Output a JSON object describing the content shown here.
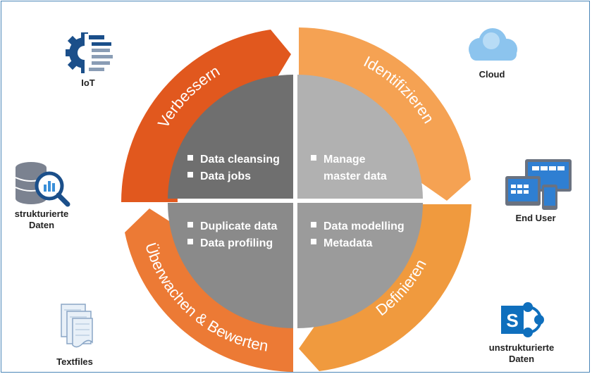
{
  "arcs": {
    "top_left": "Verbessern",
    "top_right": "Identifizieren",
    "bottom_right": "Definieren",
    "bottom_left": "Überwachen & Bewerten"
  },
  "quadrants": {
    "top_left": [
      "Data cleansing",
      "Data jobs"
    ],
    "top_right": [
      "Manage",
      "master data"
    ],
    "bottom_left": [
      "Duplicate data",
      "Data profiling"
    ],
    "bottom_right": [
      "Data modelling",
      "Metadata"
    ]
  },
  "sources": {
    "iot": "IoT",
    "structured": [
      "strukturierte",
      "Daten"
    ],
    "textfiles": "Textfiles",
    "cloud": "Cloud",
    "end_user": "End User",
    "unstructured": [
      "unstrukturierte",
      "Daten"
    ]
  },
  "colors": {
    "arc_top_left": "#e1581e",
    "arc_top_right": "#f5a253",
    "arc_bottom_right": "#f09a3e",
    "arc_bottom_left": "#ec7a35",
    "quad_top_left": "#6f6f6f",
    "quad_top_right": "#b1b1b1",
    "quad_bottom_left": "#8a8a8a",
    "quad_bottom_right": "#9b9b9b",
    "frame": "#4a86b8"
  }
}
